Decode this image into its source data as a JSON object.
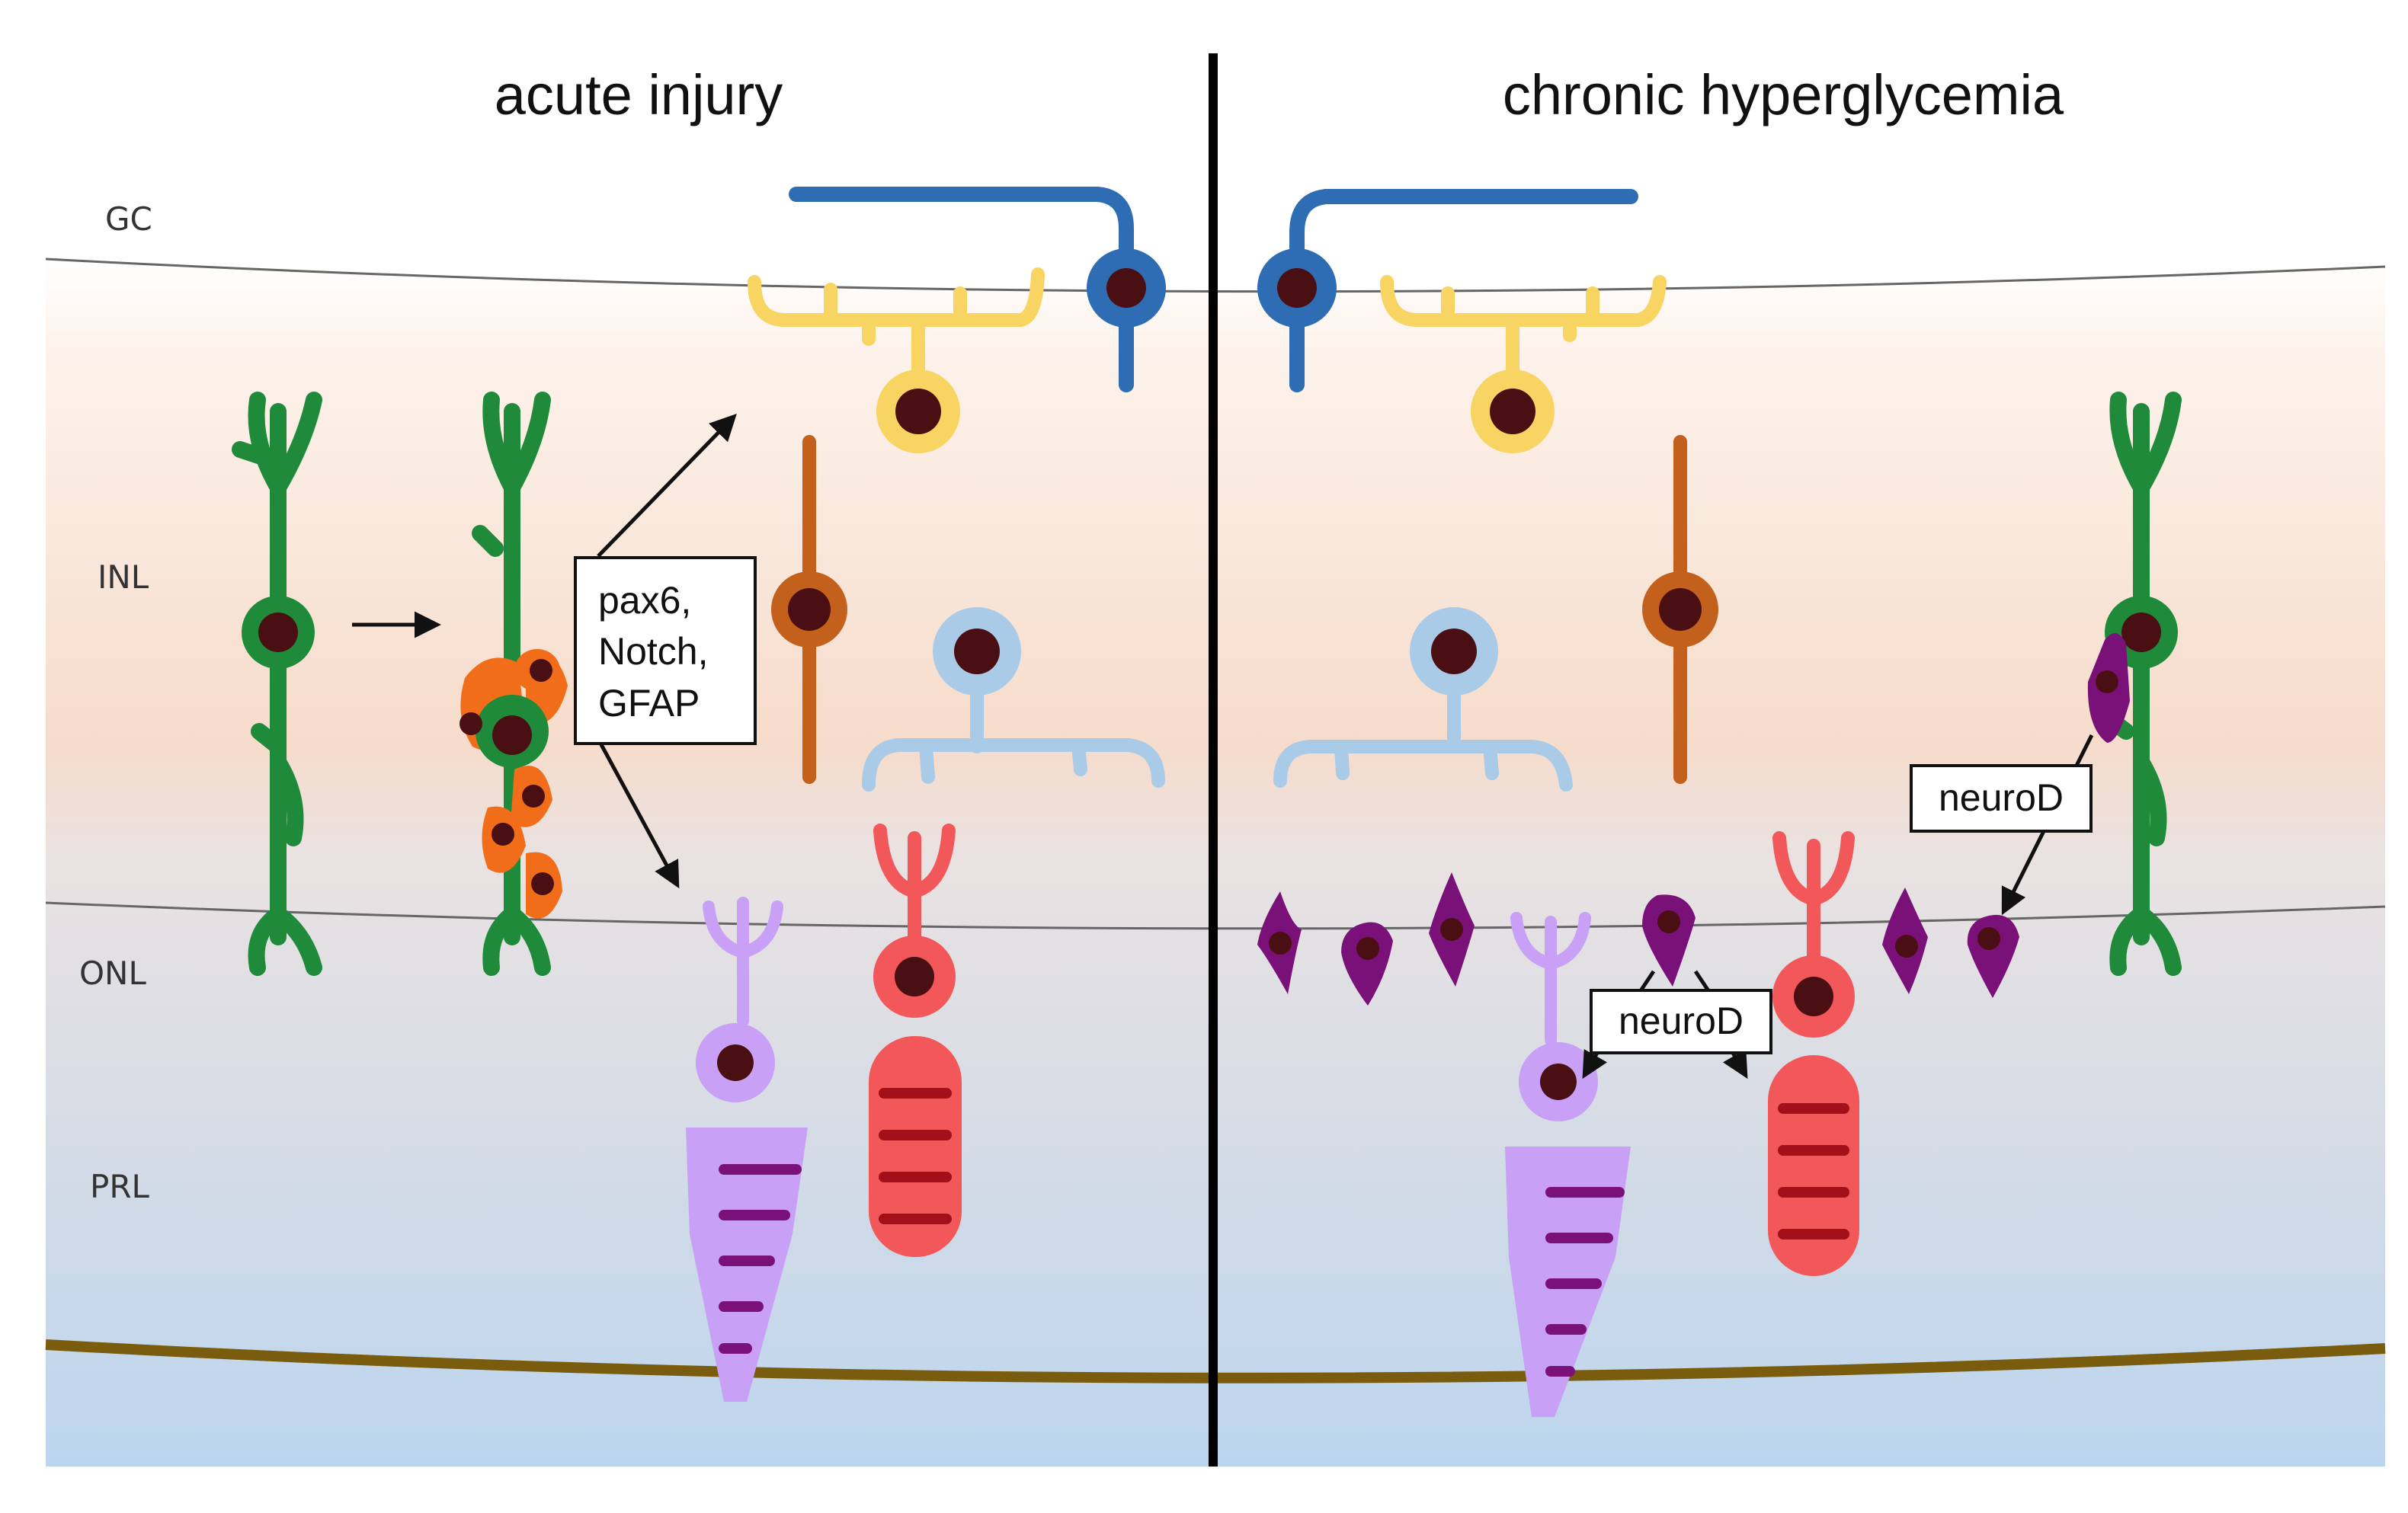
{
  "panels": {
    "left_title": "acute injury",
    "right_title": "chronic hyperglycemia"
  },
  "layers": {
    "gc": "GC",
    "inl": "INL",
    "onl": "ONL",
    "prl": "PRL"
  },
  "boxes": {
    "factors_line1": "pax6,",
    "factors_line2": "Notch,",
    "factors_line3": "GFAP",
    "neurod_upper": "neuroD",
    "neurod_lower": "neuroD"
  },
  "colors": {
    "muller_glia": "#1e8a3a",
    "progenitor": "#f26d1a",
    "ganglion": "#2e6db3",
    "amacrine": "#f8d462",
    "bipolar": "#c2601c",
    "horizontal": "#a9cbe8",
    "rod": "#c8a0f5",
    "cone": "#f2575a",
    "neuroD_precursor": "#7a1179",
    "nucleus": "#4a0f12",
    "basement": "#7a5c0e"
  }
}
